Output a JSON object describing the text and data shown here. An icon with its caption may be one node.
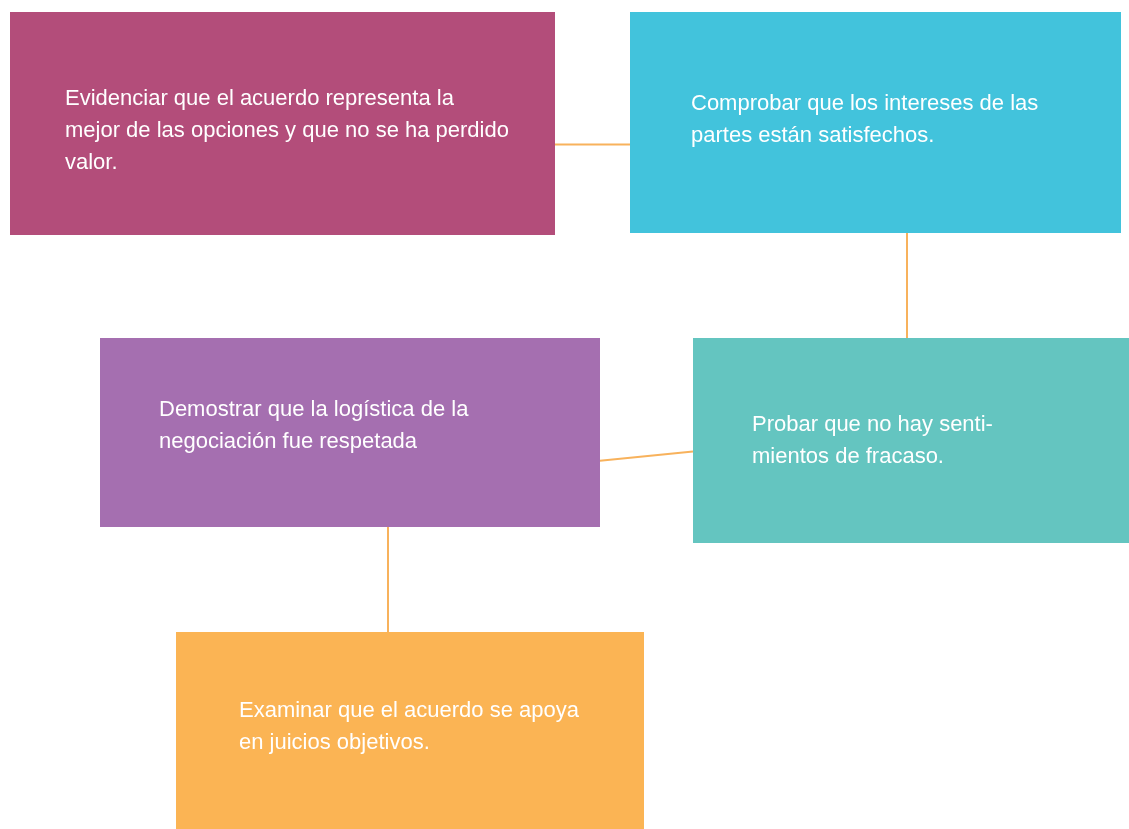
{
  "diagram": {
    "nodes": [
      {
        "text": [
          "Evidenciar que el acuerdo representa la mejor de las opciones y que no se ha perdido valor."
        ]
      },
      {
        "text": [
          "Comprobar que los intereses de las partes están satisfechos."
        ]
      },
      {
        "text": [
          "Demostrar que la logística de la negociación fue respetada"
        ]
      },
      {
        "text": [
          "Probar que no hay senti- mientos de fracaso."
        ]
      },
      {
        "text": [
          "Examinar que el acuerdo se apoya en juicios objetivos."
        ]
      }
    ],
    "edges": [
      {
        "from": 0,
        "to": 1,
        "arrow": "none"
      },
      {
        "from": 1,
        "to": 3,
        "arrow": "none"
      },
      {
        "from": 2,
        "to": 3,
        "arrow": "none"
      },
      {
        "from": 2,
        "to": 4,
        "arrow": "none"
      }
    ]
  }
}
